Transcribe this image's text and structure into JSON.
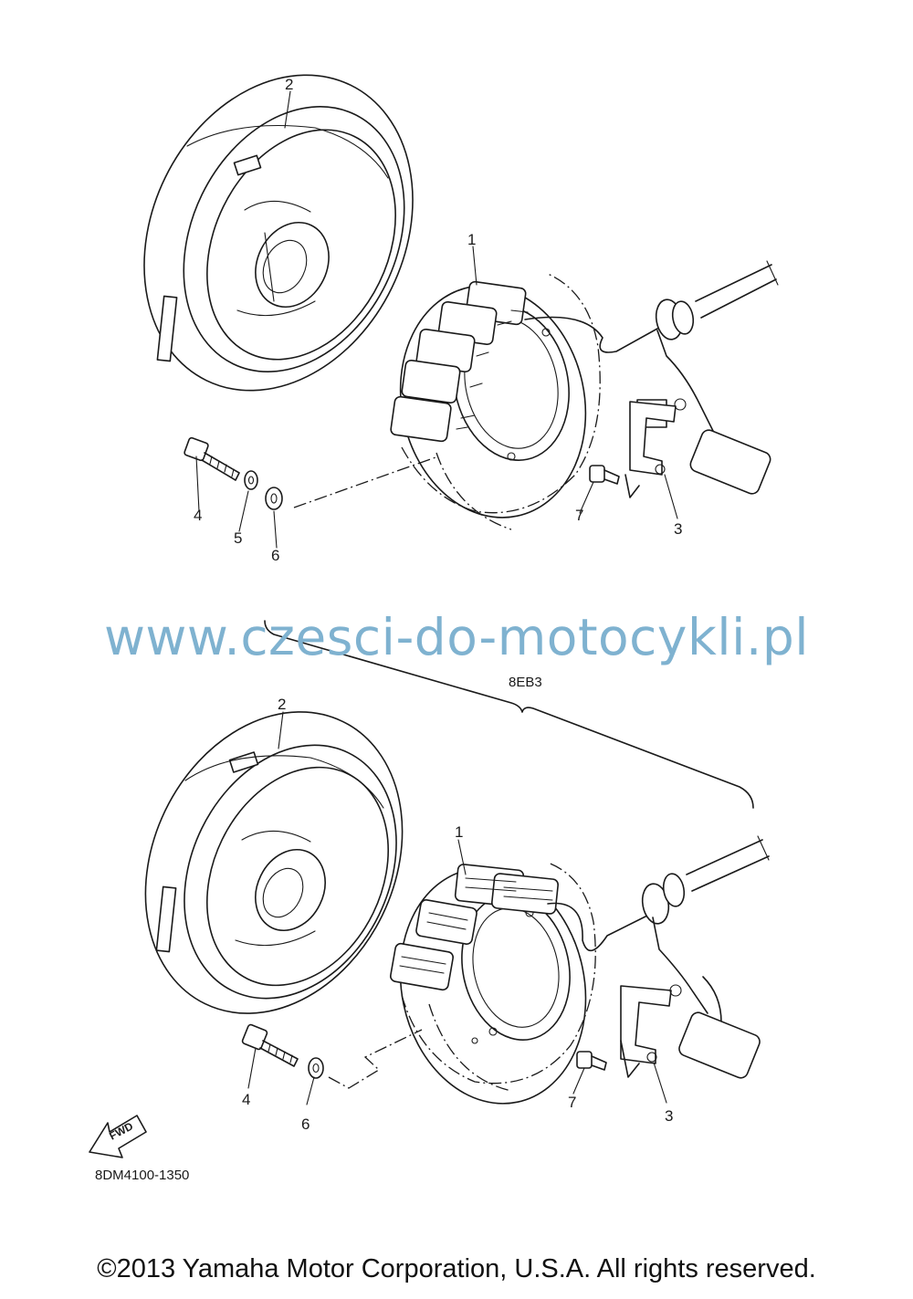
{
  "watermark": "www.czesci-do-motocykli.pl",
  "copyright": "©2013 Yamaha Motor Corporation, U.S.A. All rights reserved.",
  "diagram_code": "8DM4100-1350",
  "fwd_label": "FWD",
  "variant_label": "8EB3",
  "callouts_top": [
    "1",
    "2",
    "3",
    "4",
    "5",
    "6",
    "7"
  ],
  "callouts_bottom": [
    "1",
    "2",
    "3",
    "4",
    "6",
    "7"
  ],
  "colors": {
    "line": "#1a1a1a",
    "watermark": "#7fb2d0"
  }
}
